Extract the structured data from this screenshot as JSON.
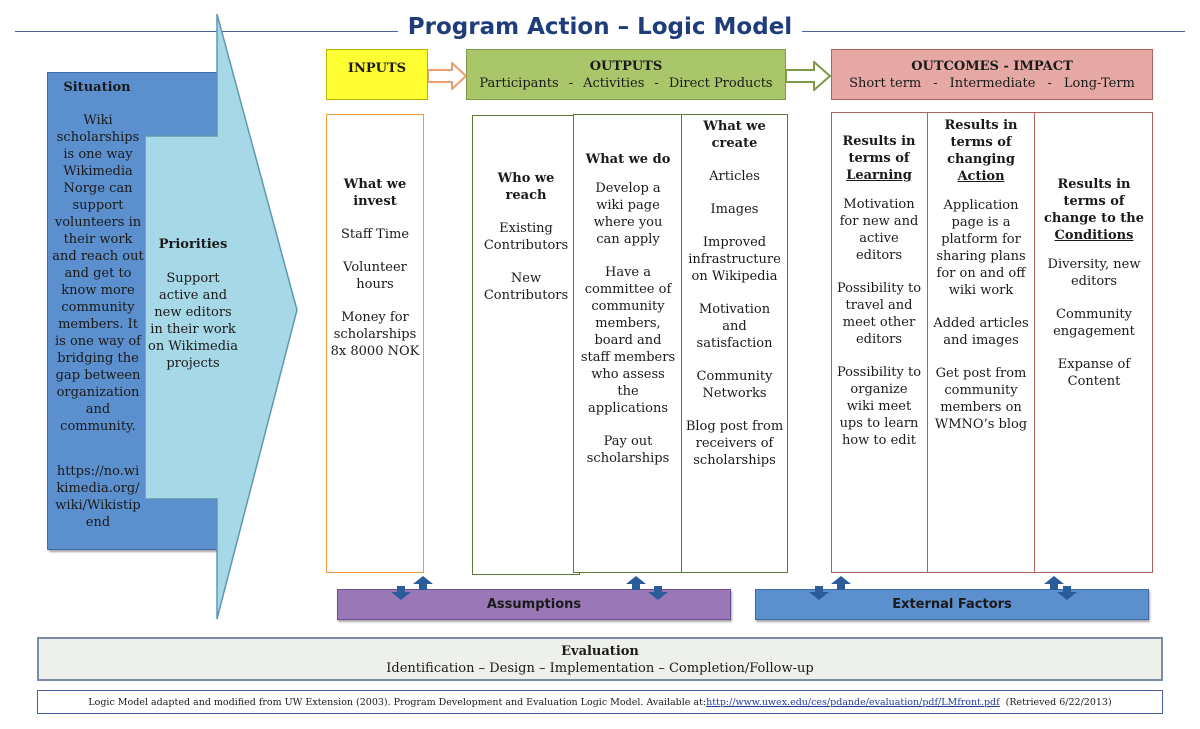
{
  "title": "Program Action – Logic Model",
  "situation": {
    "heading": "Situation",
    "body": "Wiki scholarships is one way Wikimedia Norge can support volunteers in their work and reach out and get to know more community members. It is one way of bridging the gap between organization and community.",
    "url": "https://no.wikimedia.org/wiki/Wikistipend"
  },
  "priorities": {
    "heading": "Priorities",
    "body": "Support active and new editors in their work on Wikimedia projects"
  },
  "inputs": {
    "header": "INPUTS",
    "heading": "What we invest",
    "items": [
      "Staff Time",
      "Volunteer hours",
      "Money for scholarships 8x 8000 NOK"
    ]
  },
  "outputs": {
    "header": "OUTPUTS",
    "subheader": [
      "Participants",
      "-",
      "Activities",
      "-",
      "Direct Products"
    ],
    "reach": {
      "heading": "Who we reach",
      "items": [
        "Existing Contributors",
        "New Contributors"
      ]
    },
    "do": {
      "heading": "What we do",
      "items": [
        "Develop a wiki page where you can apply",
        "Have a committee of community members, board and staff members who assess the applications",
        "Pay out scholarships"
      ]
    },
    "create": {
      "heading": "What we create",
      "items": [
        "Articles",
        "Images",
        "Improved infrastructure on Wikipedia",
        "Motivation and satisfaction",
        "Community Networks",
        "Blog post from receivers of scholarships"
      ]
    }
  },
  "outcomes": {
    "header": "OUTCOMES - IMPACT",
    "subheader": [
      "Short term",
      "-",
      "Intermediate",
      "-",
      "Long-Term"
    ],
    "learning": {
      "heading_pre": "Results in terms of",
      "heading_key": "Learning",
      "items": [
        "Motivation for new and active editors",
        "Possibility to travel and meet other editors",
        "Possibility to organize wiki meet ups to learn how to edit"
      ]
    },
    "action": {
      "heading_pre": "Results in terms of changing",
      "heading_key": "Action",
      "items": [
        "Application page is a platform for sharing plans for on and off wiki work",
        "Added articles and images",
        "Get post from community members on WMNO’s blog"
      ]
    },
    "conditions": {
      "heading_pre": "Results in terms of change to the",
      "heading_key": "Conditions",
      "items": [
        "Diversity, new editors",
        "Community engagement",
        "Expanse of Content"
      ]
    }
  },
  "assumptions": "Assumptions",
  "external_factors": "External Factors",
  "evaluation": {
    "heading": "Evaluation",
    "body": "Identification – Design – Implementation – Completion/Follow-up"
  },
  "citation": {
    "text": "Logic Model adapted and modified from UW Extension (2003). Program Development and Evaluation Logic Model. Available at: ",
    "link": "http://www.uwex.edu/ces/pdande/evaluation/pdf/LMfront.pdf",
    "retrieved": "(Retrieved 6/22/2013)"
  },
  "colors": {
    "inputs": "#ffff33",
    "outputs": "#a9c66a",
    "outcomes": "#e6a8a4",
    "assumptions": "#9a78b8",
    "external": "#5b8fce",
    "situation": "#5b8fce",
    "arrow": "#a7d8e8"
  }
}
